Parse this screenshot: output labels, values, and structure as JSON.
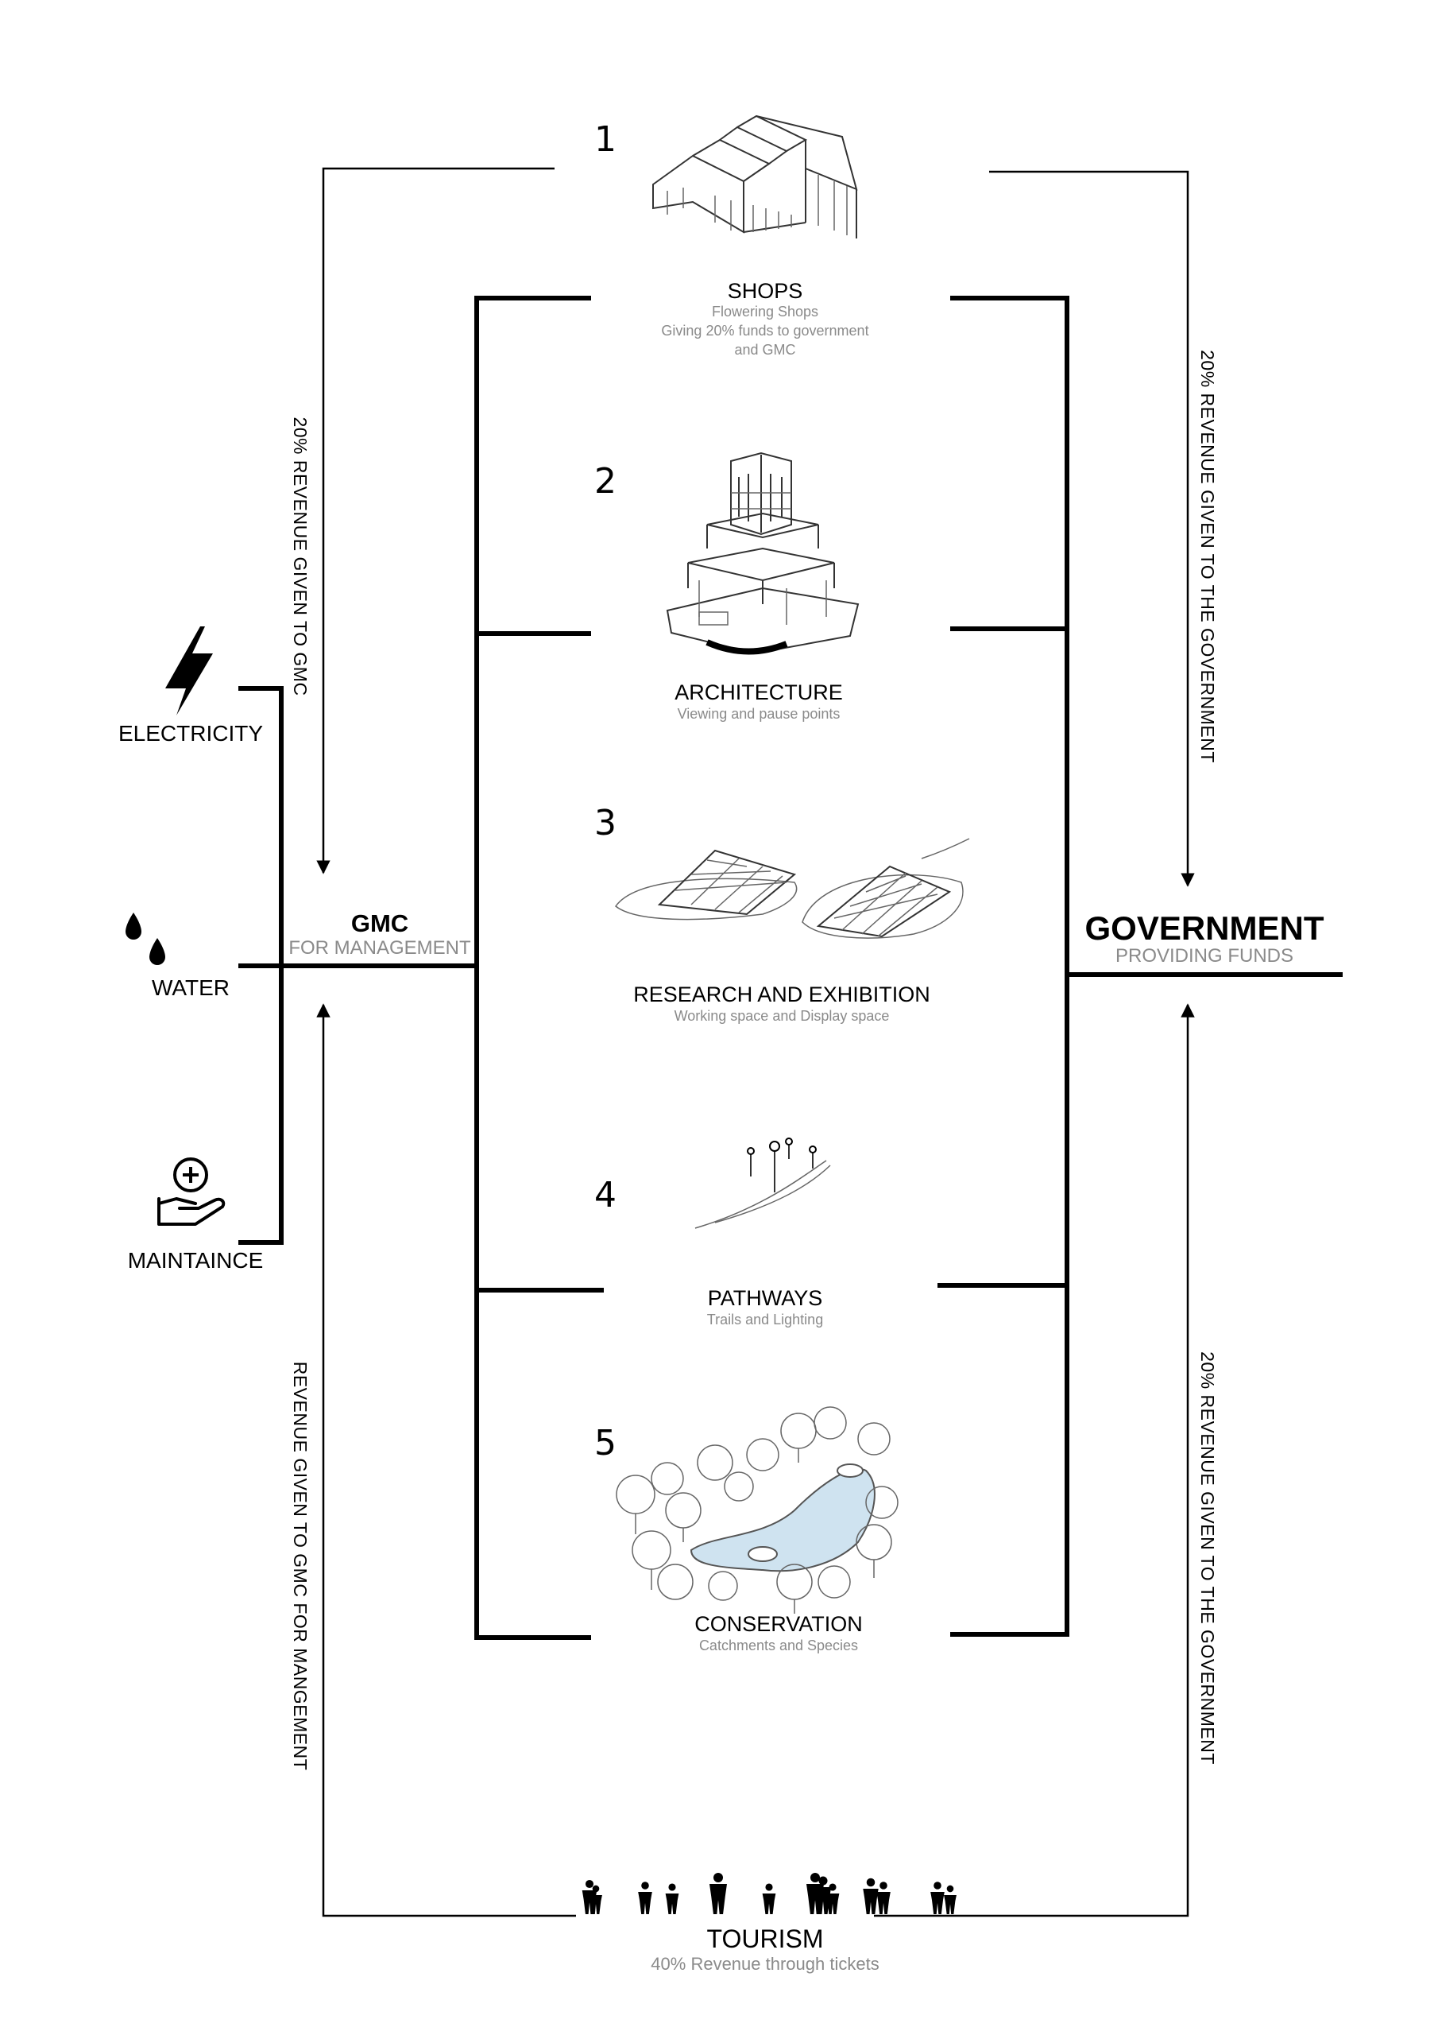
{
  "modules": [
    {
      "number": "1",
      "title": "SHOPS",
      "subtitle_lines": [
        "Flowering Shops",
        "Giving 20% funds to government",
        "and GMC"
      ],
      "icon": "shop-building-icon"
    },
    {
      "number": "2",
      "title": "ARCHITECTURE",
      "subtitle_lines": [
        "Viewing and pause points"
      ],
      "icon": "viewing-tower-icon"
    },
    {
      "number": "3",
      "title": "RESEARCH AND EXHIBITION",
      "subtitle_lines": [
        "Working space and Display space"
      ],
      "icon": "exhibition-pavilion-icon"
    },
    {
      "number": "4",
      "title": "PATHWAYS",
      "subtitle_lines": [
        "Trails and Lighting"
      ],
      "icon": "pathway-lamps-icon"
    },
    {
      "number": "5",
      "title": "CONSERVATION",
      "subtitle_lines": [
        "Catchments and Species"
      ],
      "icon": "pond-trees-icon"
    }
  ],
  "gmc": {
    "title": "GMC",
    "subtitle": "FOR MANAGEMENT"
  },
  "government": {
    "title": "GOVERNMENT",
    "subtitle": "PROVIDING FUNDS"
  },
  "tourism": {
    "title": "TOURISM",
    "subtitle": "40% Revenue through tickets",
    "icon": "people-silhouettes-icon"
  },
  "utilities": [
    {
      "label": "ELECTRICITY",
      "icon": "lightning-bolt-icon"
    },
    {
      "label": "WATER",
      "icon": "water-drops-icon"
    },
    {
      "label": "MAINTAINCE",
      "icon": "hand-care-icon"
    }
  ],
  "flows": {
    "left_top": "20% REVENUE GIVEN TO  GMC",
    "left_bottom": "REVENUE GIVEN TO GMC FOR MANGEMENT",
    "right_top": "20% REVENUE GIVEN TO THE GOVERNMENT",
    "right_bottom": "20% REVENUE GIVEN TO THE GOVERNMENT"
  },
  "colors": {
    "line": "#000000",
    "subtext": "#8a8a8a",
    "pond": "#cfe3f0"
  }
}
